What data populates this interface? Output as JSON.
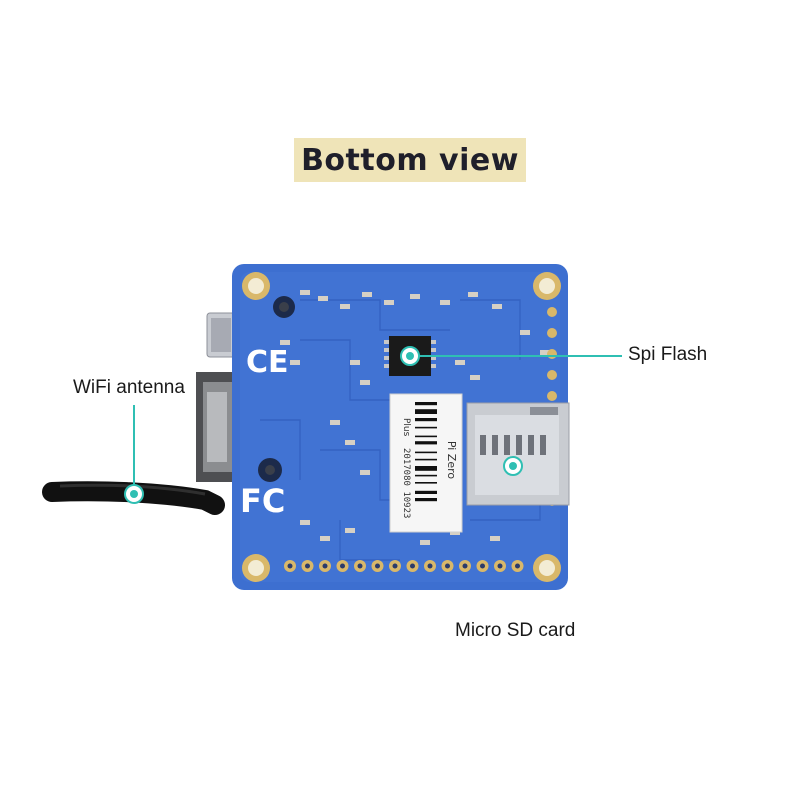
{
  "title": "Bottom view",
  "callouts": {
    "wifi": "WiFi antenna",
    "spi": "Spi Flash",
    "sd": "Micro SD card"
  },
  "board": {
    "fcc_mark": "FC",
    "ce_mark": "CE",
    "sticker_line1": "Pi Zero",
    "sticker_line2": "Plus",
    "sticker_serial": "2017080 10923"
  },
  "colors": {
    "board": "#3d6fd0",
    "board_dark": "#2b55b0",
    "gold": "#d9b86a",
    "callout_line": "#2fbfb3",
    "title_bg": "#efe4b8"
  }
}
